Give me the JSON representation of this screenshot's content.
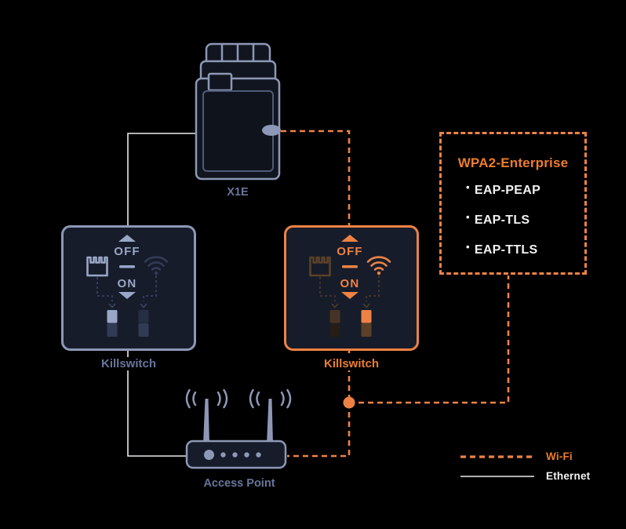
{
  "colors": {
    "background": "#000000",
    "accent": "#ee8245",
    "accent_label": "#ed7d2b",
    "accent_muted": "#5c4128",
    "accent_muted_dark": "#453426",
    "accent_dark": "#271d15",
    "accent_connector": "#4e3c2a",
    "blue": "#8d98b6",
    "blue_bright": "#9aa6c6",
    "blue_muted": "#323b56",
    "blue_muted_dark": "#262e44",
    "blue_connector": "#3c4565",
    "blue_label": "#67769b",
    "panel_fill": "#161c2a",
    "device_fill": "#10151f",
    "device_screen": "#0f131c",
    "inner_stroke": "#4e5a7a",
    "white": "#f1f1f2",
    "ethernet_line": "#e9eaee"
  },
  "x1e": {
    "label": "X1E"
  },
  "killswitch_ethernet": {
    "label": "Killswitch",
    "off_label": "OFF",
    "on_label": "ON"
  },
  "killswitch_wifi": {
    "label": "Killswitch",
    "off_label": "OFF",
    "on_label": "ON"
  },
  "access_point": {
    "label": "Access Point"
  },
  "wpa2": {
    "title": "WPA2-Enterprise",
    "items": [
      "EAP-PEAP",
      "EAP-TLS",
      "EAP-TTLS"
    ]
  },
  "legend": {
    "wifi_label": "Wi-Fi",
    "ethernet_label": "Ethernet"
  }
}
